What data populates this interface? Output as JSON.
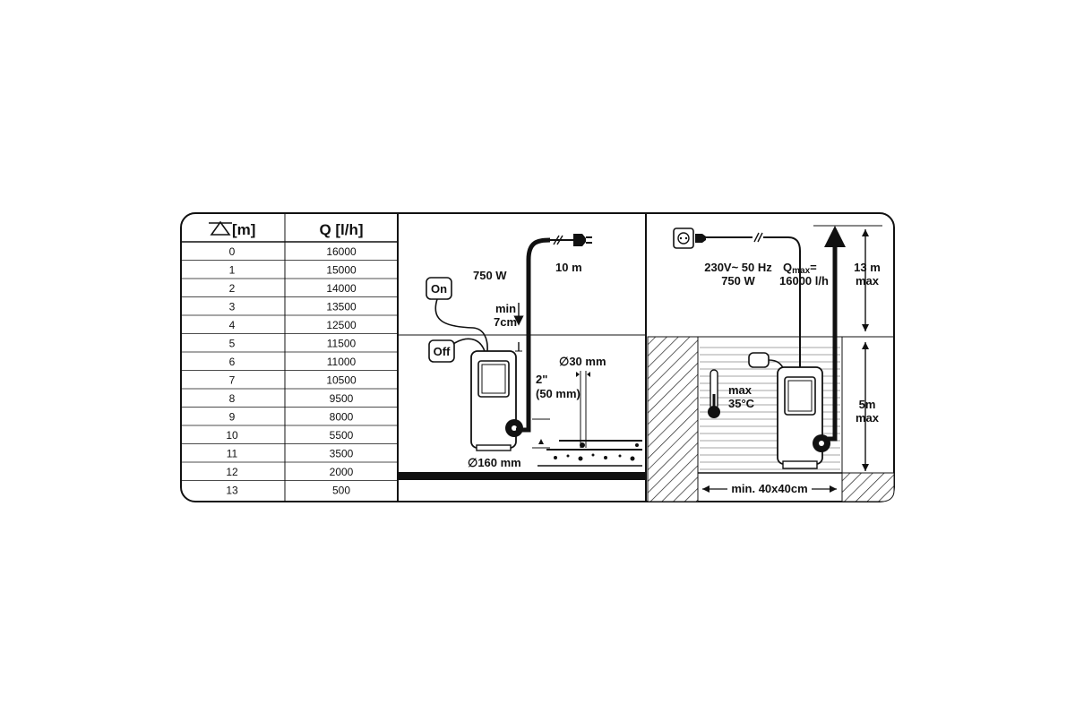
{
  "table": {
    "header_head": "[m]",
    "header_flow": "Q [l/h]",
    "rows": [
      {
        "head": "0",
        "flow": "16000"
      },
      {
        "head": "1",
        "flow": "15000"
      },
      {
        "head": "2",
        "flow": "14000"
      },
      {
        "head": "3",
        "flow": "13500"
      },
      {
        "head": "4",
        "flow": "12500"
      },
      {
        "head": "5",
        "flow": "11500"
      },
      {
        "head": "6",
        "flow": "11000"
      },
      {
        "head": "7",
        "flow": "10500"
      },
      {
        "head": "8",
        "flow": "9500"
      },
      {
        "head": "9",
        "flow": "8000"
      },
      {
        "head": "10",
        "flow": "5500"
      },
      {
        "head": "11",
        "flow": "3500"
      },
      {
        "head": "12",
        "flow": "2000"
      },
      {
        "head": "13",
        "flow": "500"
      }
    ]
  },
  "panel_install": {
    "switch_on": "On",
    "switch_off": "Off",
    "power": "750 W",
    "cable_length": "10 m",
    "min_label": "min",
    "min_value": "7cm",
    "particle_size": "∅30 mm",
    "hose_inch": "2\"",
    "hose_mm": "(50 mm)",
    "base_diameter": "∅160 mm"
  },
  "panel_pit": {
    "voltage": "230V~ 50 Hz",
    "power": "750 W",
    "qmax_label": "Q",
    "qmax_sub": "max",
    "qmax_eq": "=",
    "qmax_value": "16000 l/h",
    "head_max_value": "13 m",
    "head_max_label": "max",
    "temp_label": "max",
    "temp_value": "35°C",
    "depth_value": "5m",
    "depth_label": "max",
    "pit_size": "min. 40x40cm"
  }
}
